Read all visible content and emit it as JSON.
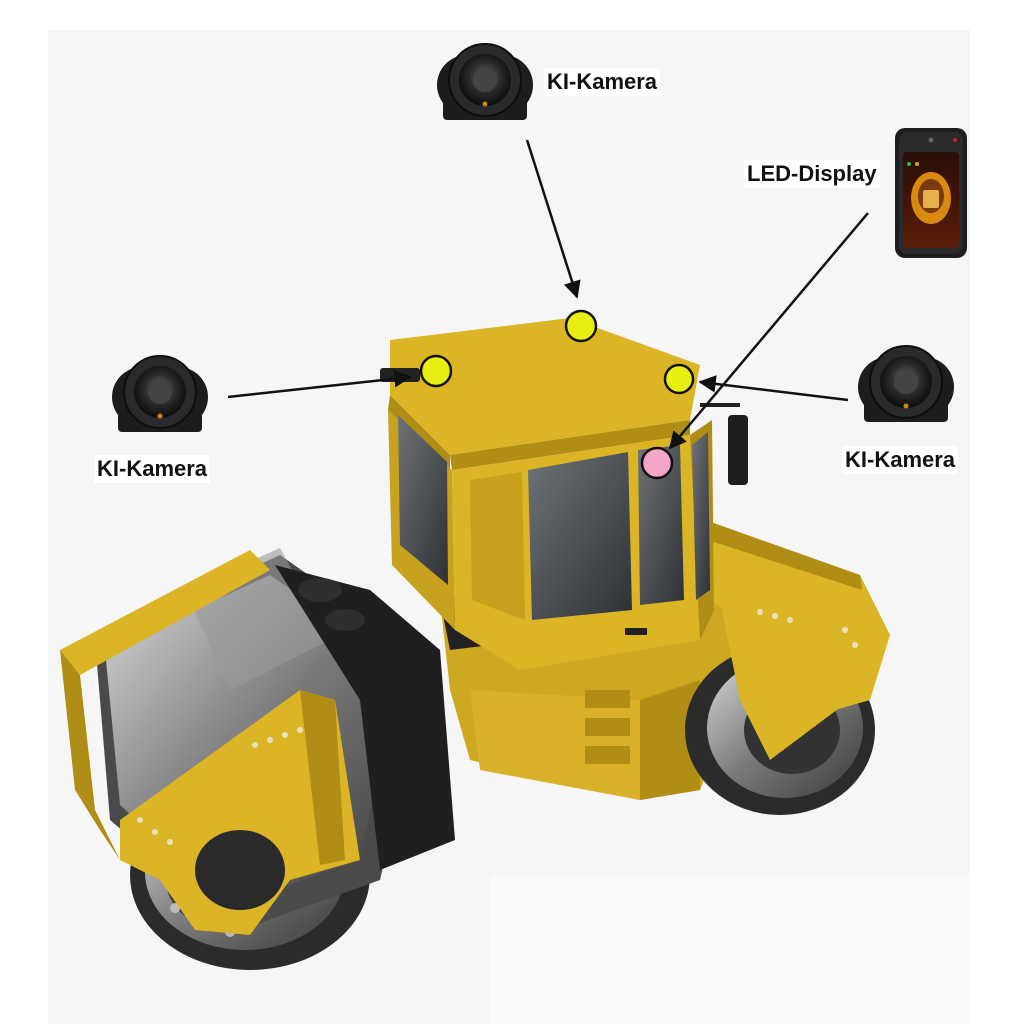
{
  "labels": {
    "camera_top": "KI-Kamera",
    "camera_left": "KI-Kamera",
    "camera_right": "KI-Kamera",
    "display": "LED-Display"
  },
  "colors": {
    "machine_yellow": "#dcb526",
    "machine_yellow_dark": "#b08e15",
    "camera_marker": "#e8ee10",
    "display_marker": "#f3a6c8",
    "arrow": "#111111",
    "device_body": "#1d1d1f"
  },
  "icons": [
    "camera-icon",
    "led-display-icon",
    "road-roller-illustration"
  ]
}
